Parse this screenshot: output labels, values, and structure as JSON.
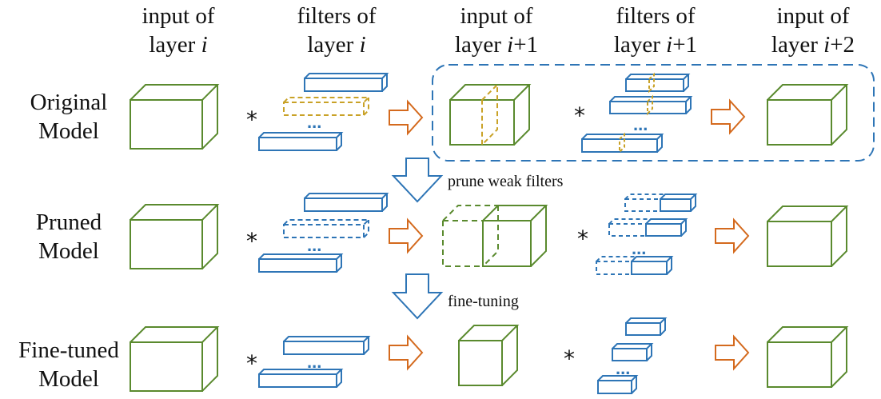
{
  "columns": [
    {
      "line1": "input of",
      "line2": "layer ",
      "var": "i",
      "suffix": ""
    },
    {
      "line1": "filters of",
      "line2": "layer ",
      "var": "i",
      "suffix": ""
    },
    {
      "line1": "input of",
      "line2": "layer ",
      "var": "i",
      "suffix": "+1"
    },
    {
      "line1": "filters of",
      "line2": "layer ",
      "var": "i",
      "suffix": "+1"
    },
    {
      "line1": "input of",
      "line2": "layer ",
      "var": "i",
      "suffix": "+2"
    }
  ],
  "rows": [
    {
      "line1": "Original",
      "line2": "Model"
    },
    {
      "line1": "Pruned",
      "line2": "Model"
    },
    {
      "line1": "Fine-tuned",
      "line2": "Model"
    }
  ],
  "conv_symbol": "*",
  "ellipsis": "...",
  "steps": {
    "prune": "prune weak filters",
    "finetune": "fine-tuning"
  },
  "colors": {
    "feature_map": "#5a8a2e",
    "filter": "#2e75b6",
    "pruned_filter": "#c9a227",
    "arrow": "#d46a1e",
    "down_arrow": "#2e75b6",
    "region": "#2e75b6"
  }
}
